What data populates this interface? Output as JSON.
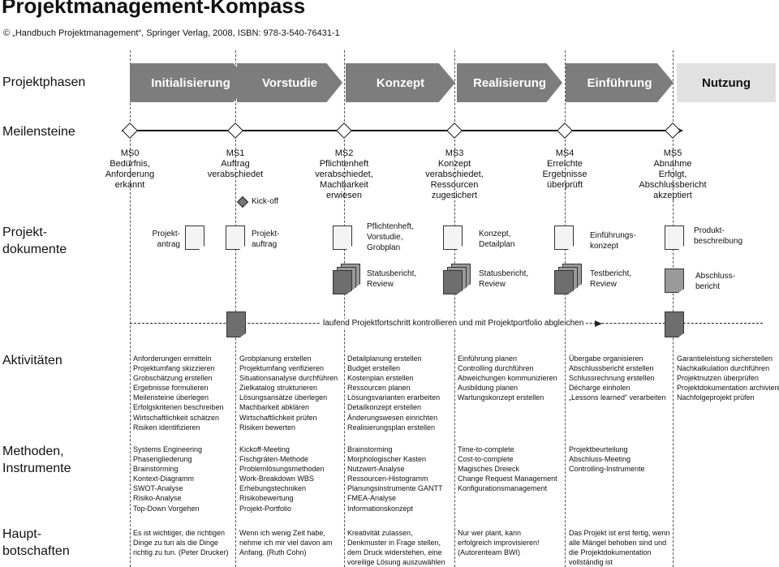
{
  "title": "Projektmanagement-Kompass",
  "subtitle": "© „Handbuch Projektmanagement“, Springer Verlag, 2008, ISBN: 978-3-540-76431-1",
  "row_labels": {
    "phasen": "Projektphasen",
    "meilensteine": "Meilensteine",
    "dokumente_1": "Projekt-",
    "dokumente_2": "dokumente",
    "aktivitaeten": "Aktivitäten",
    "methoden_1": "Methoden,",
    "methoden_2": "Instrumente",
    "haupt_1": "Haupt-",
    "haupt_2": "botschaften"
  },
  "phases": [
    "Initialisierung",
    "Vorstudie",
    "Konzept",
    "Realisierung",
    "Einführung",
    "Nutzung"
  ],
  "milestones": [
    {
      "id": "MS0",
      "l1": "Bedürfnis,",
      "l2": "Anforderung",
      "l3": "erkannt",
      "l4": ""
    },
    {
      "id": "MS1",
      "l1": "Auftrag",
      "l2": "verabschiedet",
      "l3": "",
      "l4": ""
    },
    {
      "id": "MS2",
      "l1": "Pflichtenheft",
      "l2": "verabschiedet,",
      "l3": "Machbarkeit",
      "l4": "erwiesen"
    },
    {
      "id": "MS3",
      "l1": "Konzept",
      "l2": "verabschiedet,",
      "l3": "Ressourcen",
      "l4": "zugesichert"
    },
    {
      "id": "MS4",
      "l1": "Erreichte",
      "l2": "Ergebnisse",
      "l3": "überprüft",
      "l4": ""
    },
    {
      "id": "MS5",
      "l1": "Abnahme",
      "l2": "Erfolgt,",
      "l3": "Abschlussbericht",
      "l4": "akzeptiert"
    }
  ],
  "kickoff": "Kick-off",
  "documents": {
    "d0_1": "Projekt-",
    "d0_2": "antrag",
    "d1_1": "Projekt-",
    "d1_2": "auftrag",
    "d2_1": "Pflichtenheft,",
    "d2_2": "Vorstudie,",
    "d2_3": "Grobplan",
    "d3_1": "Konzept,",
    "d3_2": "Detailplan",
    "d4_1": "Einführungs-",
    "d4_2": "konzept",
    "d5_1": "Produkt-",
    "d5_2": "beschreibung",
    "s2_1": "Statusbericht,",
    "s2_2": "Review",
    "s3_1": "Statusbericht,",
    "s3_2": "Review",
    "s4_1": "Testbericht,",
    "s4_2": "Review",
    "s5_1": "Abschluss-",
    "s5_2": "bericht"
  },
  "progress_text": "laufend Projektfortschritt kontrollieren und mit Projektportfolio abgleichen",
  "activities": [
    [
      "Anforderungen ermitteln",
      "Projektumfang skizzieren",
      "Grobschätzung erstellen",
      "Ergebnisse formulieren",
      "Meilensteine überlegen",
      "Erfolgskriterien beschreiben",
      "Wirtschaftlichkeit schätzen",
      "Risiken identifizieren"
    ],
    [
      "Grobplanung erstellen",
      "Projektumfang verifizieren",
      "Situationsanalyse durchführen",
      "Zielkatalog strukturieren",
      "Lösungsansätze überlegen",
      "Machbarkeit abklären",
      "Wirtschaftlichkeit prüfen",
      "Risiken bewerten"
    ],
    [
      "Detailplanung erstellen",
      "Budget erstellen",
      "Kostenplan erstellen",
      "Ressourcen planen",
      "Lösungsvarianten erarbeiten",
      "Detailkonzept erstellen",
      "Änderungswesen einrichten",
      "Realisierungsplan erstellen"
    ],
    [
      "Einführung planen",
      "Controlling durchführen",
      "Abweichungen kommunizieren",
      "Ausbildung planen",
      "Wartungskonzept erstellen"
    ],
    [
      "Übergabe organisieren",
      "Abschlussbericht erstellen",
      "Schlussrechnung erstellen",
      "Décharge einholen",
      "„Lessons learned“ verarbeiten"
    ],
    [
      "Garantieleistung sicherstellen",
      "Nachkalkulation durchführen",
      "Projektnutzen überprüfen",
      "Projektdokumentation archivieren",
      "Nachfolgeprojekt prüfen"
    ]
  ],
  "methods": [
    [
      "Systems Engineering",
      "Phasengliederung",
      "Brainstorming",
      "Kontext-Diagramm",
      "SWOT-Analyse",
      "Risiko-Analyse",
      "Top-Down Vorgehen"
    ],
    [
      "Kickoff-Meeting",
      "Fischgräten-Methode",
      "Problemlösungsmethoden",
      "Work-Breakdown WBS",
      "Erhebungstechniken",
      "Risikobewertung",
      "Projekt-Portfolio"
    ],
    [
      "Brainstorming",
      "Morphologischer Kasten",
      "Nutzwert-Analyse",
      "Ressourcen-Histogramm",
      "Planungsinstrumente GANTT",
      "FMEA-Analyse",
      "Informationskonzept"
    ],
    [
      "Time-to-complete",
      "Cost-to-complete",
      "Magisches Dreieck",
      "Change Request Management",
      "Konfigurationsmanagement"
    ],
    [
      "Projektbeurteilung",
      "Abschluss-Meeting",
      "Controlling-Instrumente"
    ],
    []
  ],
  "messages": [
    [
      "Es ist wichtiger, die richtigen",
      "Dinge zu tun als die Dinge",
      "richtig zu tun. (Peter Drucker)"
    ],
    [
      "Wenn ich wenig Zeit habe,",
      "nehme ich mir viel davon am",
      "Anfang.  (Ruth Cohn)"
    ],
    [
      "Kreativität zulassen,",
      "Denkmuster in Frage stellen,",
      "dem Druck widerstehen, eine",
      "voreilige Lösung auszuwählen"
    ],
    [
      "Nur wer plant, kann",
      "erfolgreich improvisieren!",
      "(Autorenteam BWI)"
    ],
    [
      "Das Projekt ist erst fertig, wenn",
      "alle Mängel behoben sind und",
      "die Projektdokumentation",
      "vollständig ist"
    ],
    []
  ]
}
